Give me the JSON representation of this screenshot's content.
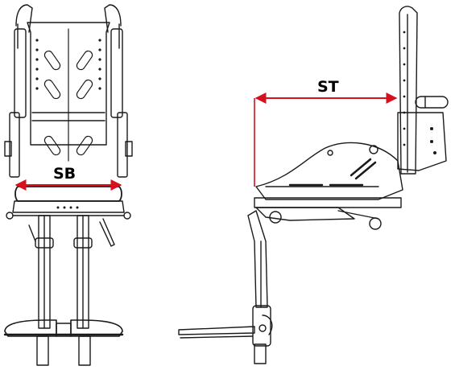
{
  "dimensions": {
    "seat_width_label": "SB",
    "seat_depth_label": "ST"
  },
  "colors": {
    "dimension_arrow": "#d4111c",
    "line_art": "#1a1a1a",
    "background": "#ffffff"
  },
  "views": {
    "front": {
      "icon": "wheelchair-front-view"
    },
    "side": {
      "icon": "wheelchair-side-view"
    }
  }
}
